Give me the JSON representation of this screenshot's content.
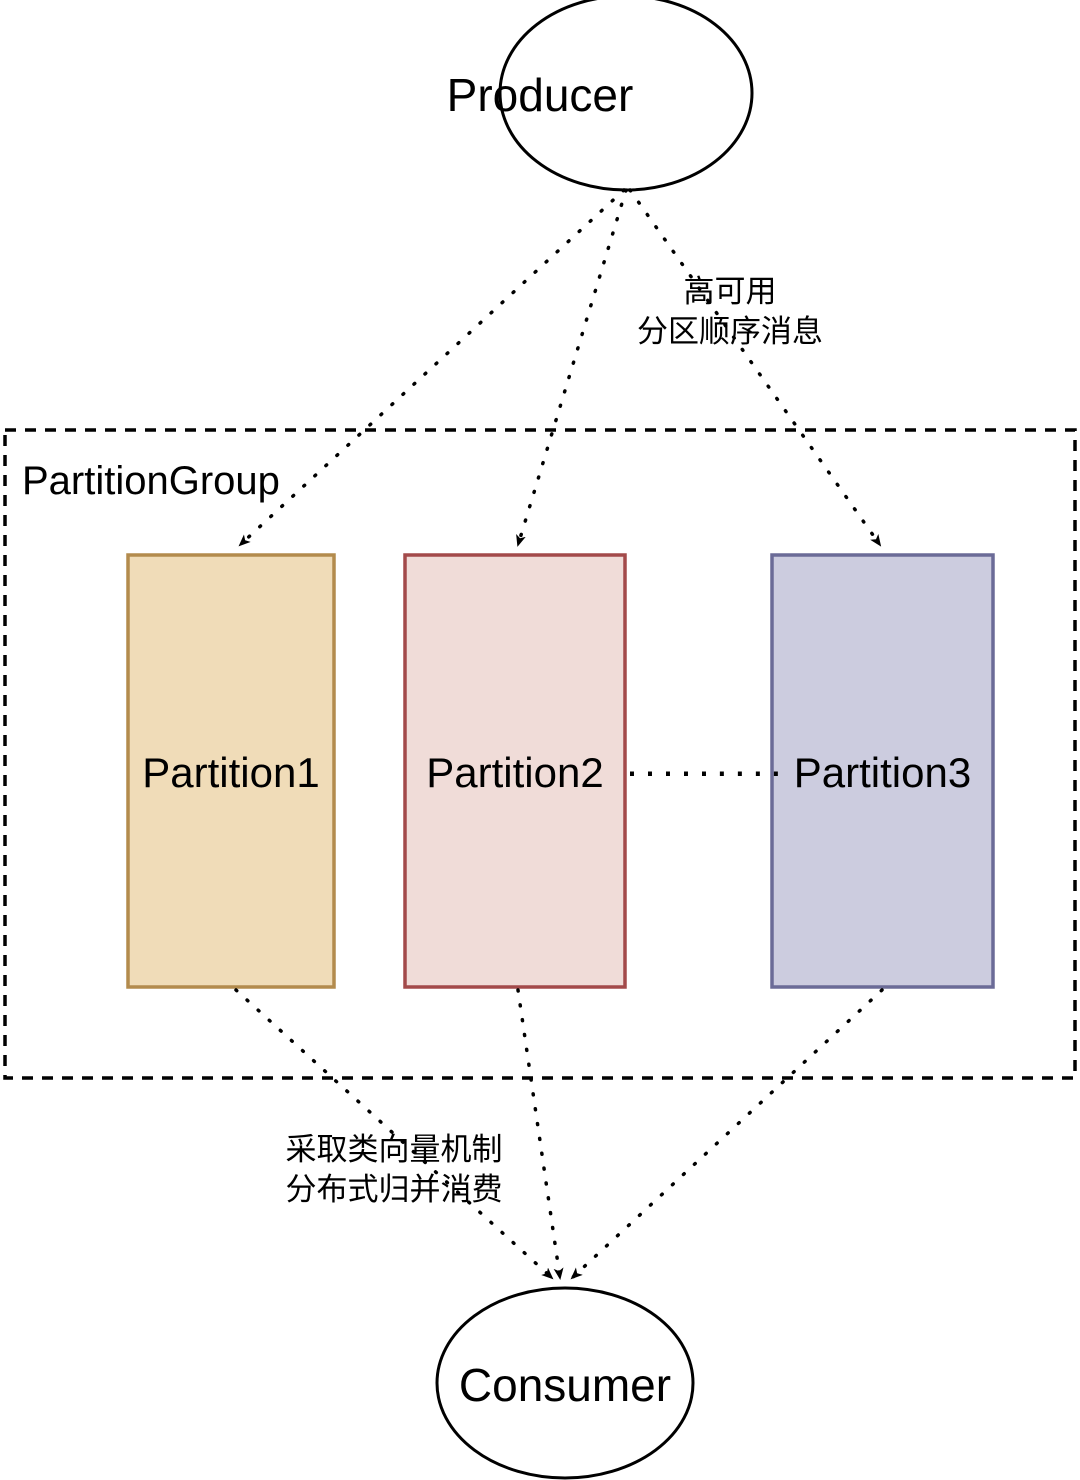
{
  "diagram": {
    "title": "PartitionGroup message flow",
    "producer": {
      "label": "Producer",
      "shape": "ellipse"
    },
    "consumer": {
      "label": "Consumer",
      "shape": "ellipse"
    },
    "group": {
      "label": "PartitionGroup",
      "border_style": "dashed",
      "border_color": "#000000"
    },
    "partitions": [
      {
        "label": "Partition1",
        "fill": "#f0dcb8",
        "stroke": "#b38b4d"
      },
      {
        "label": "Partition2",
        "fill": "#f0dcd8",
        "stroke": "#a34a4a"
      },
      {
        "label": "Partition3",
        "fill": "#ccccdf",
        "stroke": "#6b6b97"
      }
    ],
    "ellipsis": "·········",
    "edge_labels": {
      "producer_to_partitions": {
        "line1": "高可用",
        "line2": "分区顺序消息"
      },
      "partitions_to_consumer": {
        "line1": "采取类向量机制",
        "line2": "分布式归并消费"
      }
    },
    "edges": {
      "style": "dotted",
      "color": "#000000",
      "arrowhead": "filled-triangle",
      "producer_out_count": 3,
      "consumer_in_count": 3
    }
  }
}
